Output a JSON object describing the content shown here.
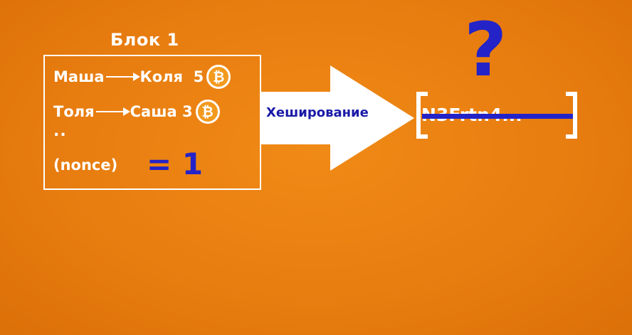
{
  "block": {
    "title": "Блок 1",
    "tx1": {
      "from": "Маша",
      "to": "Коля",
      "amount": "5"
    },
    "tx2": {
      "from": "Толя",
      "to": "Саша",
      "amount": "3"
    },
    "ellipsis": "..",
    "nonce_label": "(nonce)",
    "nonce_value": "= 1"
  },
  "coin_symbol": "₿",
  "process_label": "Хеширование",
  "hash": {
    "value": "N3Frtn4...",
    "status": "?"
  },
  "colors": {
    "background": "#e87d10",
    "accent": "#2323c8",
    "foreground": "#ffffff"
  }
}
